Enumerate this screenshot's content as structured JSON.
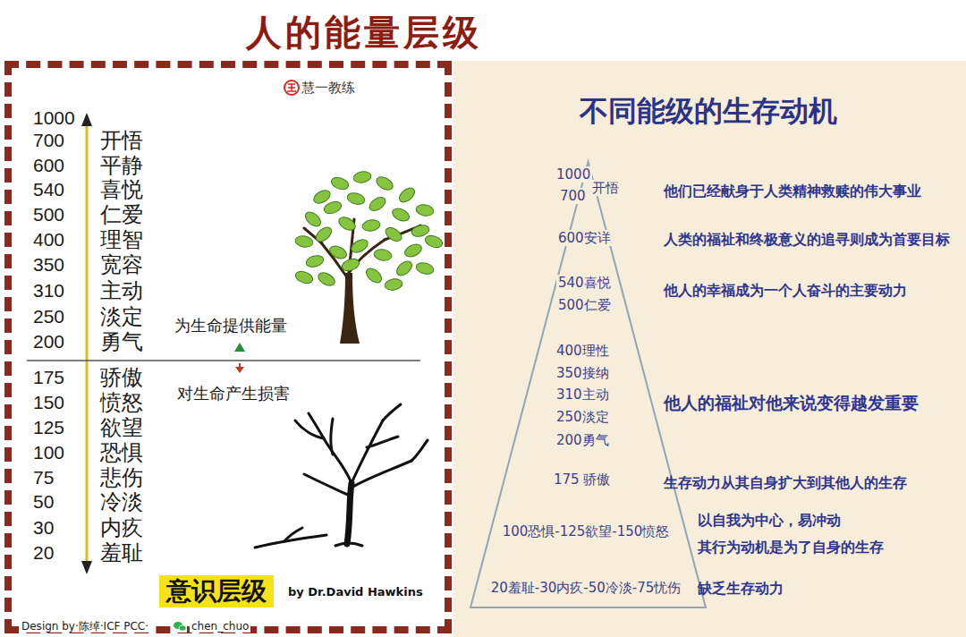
{
  "diagram": {
    "title": "人的能量层级",
    "nodes": [
      {
        "text": [
          "by Dr.David Hawkins"
        ]
      },
      {
        "text": [
          "意识层级"
        ],
        "in": 0
      },
      {
        "text": [
          "不同能级的生存动机"
        ]
      },
      {
        "text": [
          "1000",
          "700",
          "开悟",
          "600安详",
          "540喜悦",
          "500仁爱",
          "400理性",
          "350接纳",
          "310主动",
          "250淡定",
          "200勇气",
          "175 骄傲",
          "100恐惧-125欲望-150愤怒",
          "20羞耻-30内疚-50冷淡-75忧伤"
        ],
        "in": 2
      }
    ],
    "labels": [
      "1000",
      "700",
      "开悟",
      "600",
      "平静",
      "540",
      "喜悦",
      "500",
      "仁爱",
      "400",
      "理智",
      "350",
      "宽容",
      "310",
      "主动",
      "250",
      "淡定",
      "200",
      "勇气",
      "175",
      "骄傲",
      "150",
      "愤怒",
      "125",
      "欲望",
      "100",
      "恐惧",
      "75",
      "悲伤",
      "50",
      "冷淡",
      "30",
      "内疚",
      "20",
      "羞耻",
      "慧一教练",
      "为生命提供能量",
      "对生命产生损害",
      "Design by·陈绰·ICF PCC·",
      "chen_chuo",
      "他们已经献身于人类精神救赎的伟大事业",
      "人类的福祉和终极意义的追寻则成为首要目标",
      "他人的幸福成为一个人奋斗的主要动力",
      "他人的福祉对他来说变得越发重要",
      "生存动力从其自身扩大到其他人的生存",
      "以自我为中心，易冲动",
      "其行为动机是为了自身的生存",
      "缺乏生存动力"
    ]
  }
}
